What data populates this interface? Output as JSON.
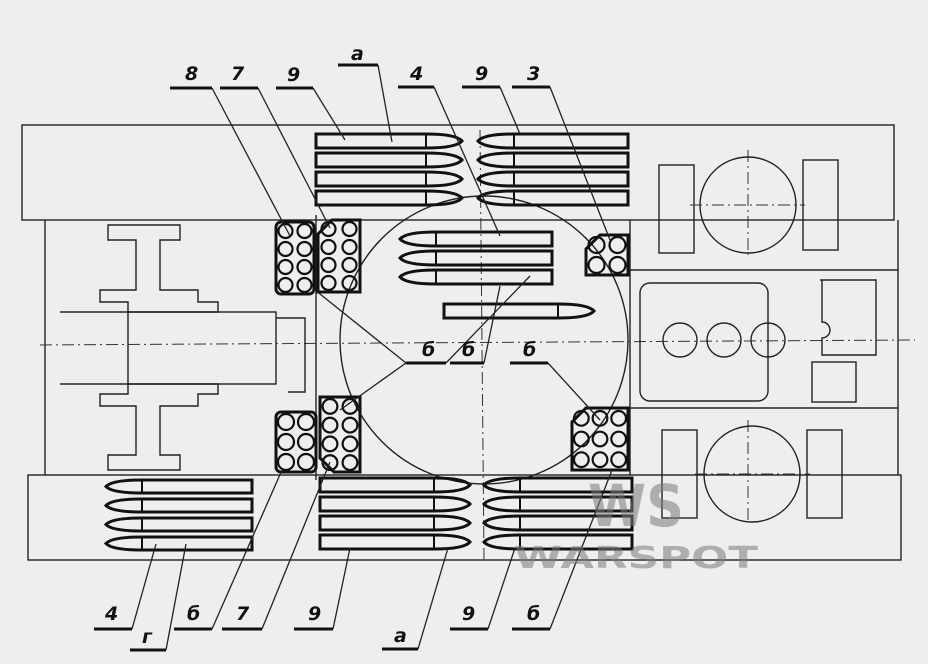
{
  "labels": {
    "top": [
      "8",
      "7",
      "9",
      "а",
      "4",
      "9",
      "3"
    ],
    "center": [
      "б",
      "б",
      "б"
    ],
    "bottom": [
      "4",
      "г",
      "б",
      "7",
      "9",
      "а",
      "9",
      "б"
    ]
  },
  "watermark": {
    "logo": "WS",
    "text": "WARSPOT"
  },
  "colors": {
    "ink": "#111111",
    "paper": "#eeeeec",
    "watermark": "#7a7a7a"
  }
}
